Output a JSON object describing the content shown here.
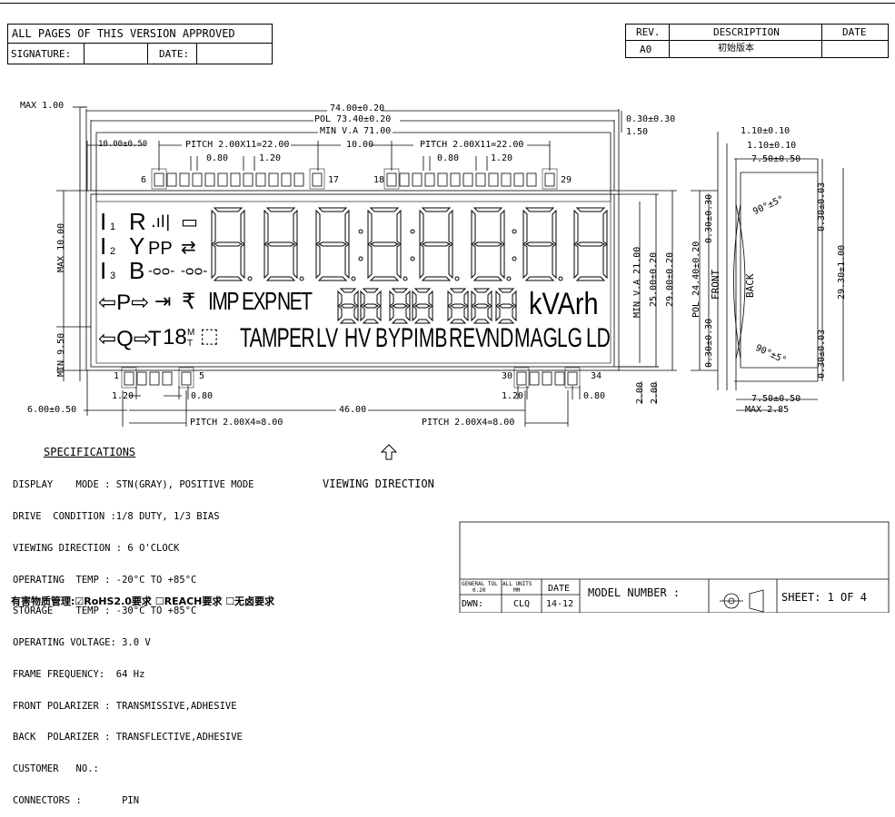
{
  "header": {
    "approved_text": "ALL PAGES OF THIS VERSION APPROVED",
    "signature_label": "SIGNATURE:",
    "date_label": "DATE:"
  },
  "revision_table": {
    "col_rev": "REV.",
    "col_desc": "DESCRIPTION",
    "col_date": "DATE",
    "rows": [
      {
        "rev": "A0",
        "desc": "初始版本",
        "date": ""
      }
    ]
  },
  "dims": {
    "max_top": "MAX 1.00",
    "overall": "74.00±0.20",
    "pol": "POL 73.40±0.20",
    "va": "MIN V.A 71.00",
    "off1": "0.30±0.30",
    "off2": "1.50",
    "left_offset": "10.00±0.50",
    "pitch_top_a": "PITCH 2.00X11=22.00",
    "pitch_top_b": "PITCH 2.00X11=22.00",
    "mid_gap": "10.00",
    "pin_w_a": "0.80",
    "pin_g_a": "1.20",
    "pin_w_b": "0.80",
    "pin_g_b": "1.20",
    "max_left": "MAX 10.00",
    "min_left": "MIN 9.50",
    "right_va": "MIN V.A 21.00",
    "right_25": "25.00±0.20",
    "right_29": "29.00±0.20",
    "bot_120a": "1.20",
    "bot_080a": "0.80",
    "bot_120b": "1.20",
    "bot_080b": "0.80",
    "left_600": "6.00±0.50",
    "bot_46": "46.00",
    "pitch_bot_a": "PITCH 2.00X4=8.00",
    "pitch_bot_b": "PITCH 2.00X4=8.00",
    "bot_200a": "2.00",
    "bot_200b": "2.00"
  },
  "pins": {
    "p6": "6",
    "p17": "17",
    "p18": "18",
    "p29": "29",
    "p1": "1",
    "p5": "5",
    "p30": "30",
    "p34": "34"
  },
  "side_view": {
    "d1": "1.10±0.10",
    "d2": "1.10±0.10",
    "d3": "7.50±0.50",
    "d4": "7.50±0.50",
    "max": "MAX 2.85",
    "pol": "POL 24.40±0.20",
    "front": "FRONT",
    "back": "BACK",
    "t1": "0.30±0.30",
    "t2": "0.30±0.30",
    "t3": "0.30±0.03",
    "t4": "0.30±0.03",
    "h": "29.30±1.00",
    "ang1": "90°±5°",
    "ang2": "90°±5°"
  },
  "lcd": {
    "row1": [
      "I",
      "1",
      "R"
    ],
    "row2": [
      "I",
      "2",
      "Y",
      "PP"
    ],
    "row3": [
      "I",
      "3",
      "B"
    ],
    "row4": [
      "P",
      "IMP",
      "EXP",
      "NET",
      "kVArh"
    ],
    "row5": [
      "Q",
      "T",
      "M",
      "T",
      "TAMPER",
      "LV",
      "HV",
      "BYP",
      "IMB",
      "REV",
      "ND",
      "MAG",
      "LG",
      "LD"
    ]
  },
  "viewing_direction": "VIEWING DIRECTION",
  "specifications": {
    "title": "SPECIFICATIONS",
    "lines": [
      "DISPLAY    MODE : STN(GRAY), POSITIVE MODE",
      "DRIVE  CONDITION :1/8 DUTY, 1/3 BIAS",
      "VIEWING DIRECTION : 6 O'CLOCK",
      "OPERATING  TEMP : -20°C TO +85°C",
      "STORAGE    TEMP : -30°C TO +85°C",
      "OPERATING VOLTAGE: 3.0 V",
      "FRAME FREQUENCY:  64 Hz",
      "FRONT POLARIZER : TRANSMISSIVE,ADHESIVE",
      "BACK  POLARIZER : TRANSFLECTIVE,ADHESIVE",
      "CUSTOMER   NO.:",
      "CONNECTORS :       PIN"
    ],
    "rohs_line": "有害物质管理:☑RoHS2.0要求  ☐REACH要求   ☐无卤要求"
  },
  "title_block": {
    "general_tol": "GENERAL TOL",
    "general_tol_val": "0.20",
    "all_units": "ALL UNITS",
    "units_val": "MM",
    "date_label": "DATE",
    "dwn_label": "DWN:",
    "dwn_val": "CLQ",
    "date_val": "14-12",
    "model_label": "MODEL NUMBER :",
    "sheet": "SHEET: 1 OF 4"
  }
}
